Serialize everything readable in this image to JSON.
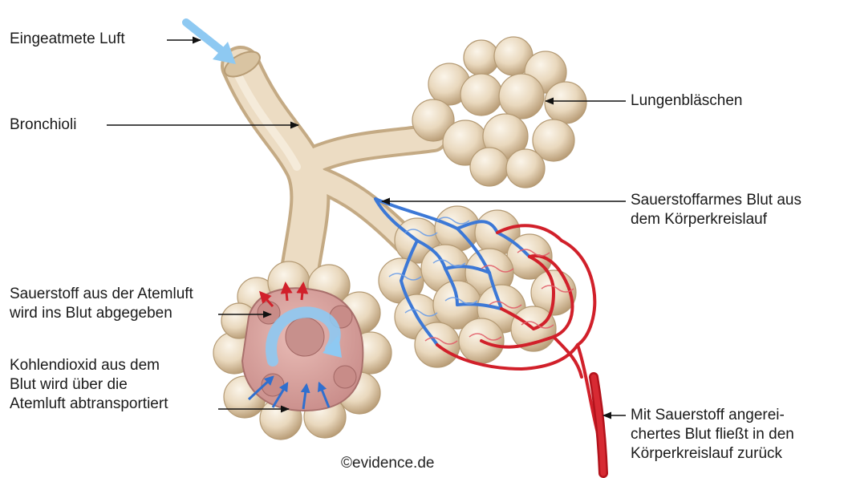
{
  "labels": {
    "inhaled_air": "Eingeatmete Luft",
    "bronchioles": "Bronchioli",
    "alveoli": "Lungenbläschen",
    "deoxygenated_blood": [
      "Sauerstoffarmes Blut aus",
      "dem Körperkreislauf"
    ],
    "oxygen_release": [
      "Sauerstoff aus der Atemluft",
      "wird ins Blut abgegeben"
    ],
    "co2_removal": [
      "Kohlendioxid aus dem",
      "Blut wird über die",
      "Atemluft abtransportiert"
    ],
    "oxygenated_blood": [
      "Mit Sauerstoff angerei-",
      "chertes Blut fließt in den",
      "Körperkreislauf zurück"
    ]
  },
  "credit": "evidence.de",
  "colors": {
    "tissue": "#ecdcc3",
    "tissue_shade": "#c8b08c",
    "arterial_blood": "#d1202a",
    "venous_blood": "#3c78d6",
    "air_flow": "#8ec9f2",
    "alveolus_interior": "#d8a3a0"
  }
}
